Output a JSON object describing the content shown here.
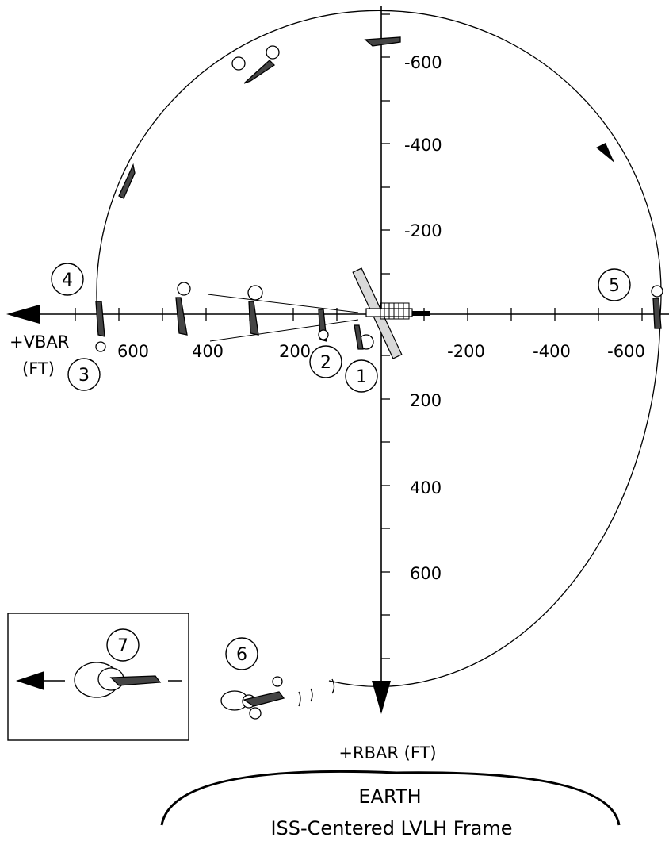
{
  "diagram": {
    "vbar_axis": {
      "name_line1": "+VBAR",
      "name_line2": "(FT)",
      "tick_labels": [
        "600",
        "400",
        "200",
        "-200",
        "-400",
        "-600"
      ]
    },
    "rbar_axis": {
      "name": "+RBAR (FT)",
      "tick_labels": [
        "-600",
        "-400",
        "-200",
        "200",
        "400",
        "600"
      ]
    },
    "markers": [
      "1",
      "2",
      "3",
      "4",
      "5",
      "6",
      "7"
    ],
    "earth": {
      "label": "EARTH",
      "caption": "ISS-Centered LVLH Frame"
    },
    "colors": {
      "ink": "#000000",
      "background": "#ffffff",
      "station_fill": "#d9d9d9"
    }
  }
}
